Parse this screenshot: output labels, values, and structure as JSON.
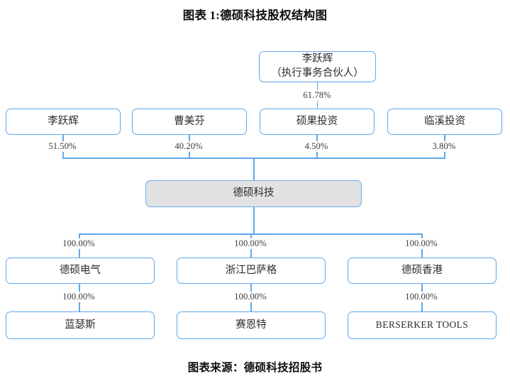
{
  "chart": {
    "title": "图表 1:德硕科技股权结构图",
    "source": "图表来源：德硕科技招股书",
    "accent_color": "#5fa7ec",
    "shaded_fill": "#e2e2e2",
    "text_color": "#2b2b2b"
  },
  "nodes": {
    "partner": {
      "label": "李跃辉\n（执行事务合伙人）"
    },
    "shareholder_1": {
      "label": "李跃辉"
    },
    "shareholder_2": {
      "label": "曹美芬"
    },
    "shareholder_3": {
      "label": "硕果投资"
    },
    "shareholder_4": {
      "label": "临溪投资"
    },
    "company": {
      "label": "德硕科技"
    },
    "sub_1": {
      "label": "德硕电气"
    },
    "sub_2": {
      "label": "浙江巴萨格"
    },
    "sub_3": {
      "label": "德硕香港"
    },
    "subsub_1": {
      "label": "蓝瑟斯"
    },
    "subsub_2": {
      "label": "赛恩特"
    },
    "subsub_3": {
      "label": "BERSERKER TOOLS"
    }
  },
  "percentages": {
    "partner_to_shuoguo": "61.78%",
    "shareholder_1": "51.50%",
    "shareholder_2": "40.20%",
    "shareholder_3": "4.50%",
    "shareholder_4": "3.80%",
    "sub_1": "100.00%",
    "sub_2": "100.00%",
    "sub_3": "100.00%",
    "subsub_1": "100.00%",
    "subsub_2": "100.00%",
    "subsub_3": "100.00%"
  },
  "chart_data": {
    "type": "diagram",
    "title": "图表 1:德硕科技股权结构图",
    "subtitle": "",
    "source": "图表来源：德硕科技招股书",
    "diagram_kind": "ownership-structure-tree",
    "entities": [
      {
        "id": "partner",
        "label": "李跃辉（执行事务合伙人）",
        "level": 0,
        "fill": "white"
      },
      {
        "id": "shareholder_1",
        "label": "李跃辉",
        "level": 1,
        "fill": "white"
      },
      {
        "id": "shareholder_2",
        "label": "曹美芬",
        "level": 1,
        "fill": "white"
      },
      {
        "id": "shareholder_3",
        "label": "硕果投资",
        "level": 1,
        "fill": "white"
      },
      {
        "id": "shareholder_4",
        "label": "临溪投资",
        "level": 1,
        "fill": "white"
      },
      {
        "id": "company",
        "label": "德硕科技",
        "level": 2,
        "fill": "#e2e2e2"
      },
      {
        "id": "sub_1",
        "label": "德硕电气",
        "level": 3,
        "fill": "white"
      },
      {
        "id": "sub_2",
        "label": "浙江巴萨格",
        "level": 3,
        "fill": "white"
      },
      {
        "id": "sub_3",
        "label": "德硕香港",
        "level": 3,
        "fill": "white"
      },
      {
        "id": "subsub_1",
        "label": "蓝瑟斯",
        "level": 4,
        "fill": "white"
      },
      {
        "id": "subsub_2",
        "label": "赛恩特",
        "level": 4,
        "fill": "white"
      },
      {
        "id": "subsub_3",
        "label": "BERSERKER TOOLS",
        "level": 4,
        "fill": "white"
      }
    ],
    "edges": [
      {
        "from": "partner",
        "to": "shareholder_3",
        "value": 61.78,
        "label": "61.78%"
      },
      {
        "from": "shareholder_1",
        "to": "company",
        "value": 51.5,
        "label": "51.50%"
      },
      {
        "from": "shareholder_2",
        "to": "company",
        "value": 40.2,
        "label": "40.20%"
      },
      {
        "from": "shareholder_3",
        "to": "company",
        "value": 4.5,
        "label": "4.50%"
      },
      {
        "from": "shareholder_4",
        "to": "company",
        "value": 3.8,
        "label": "3.80%"
      },
      {
        "from": "company",
        "to": "sub_1",
        "value": 100.0,
        "label": "100.00%"
      },
      {
        "from": "company",
        "to": "sub_2",
        "value": 100.0,
        "label": "100.00%"
      },
      {
        "from": "company",
        "to": "sub_3",
        "value": 100.0,
        "label": "100.00%"
      },
      {
        "from": "sub_1",
        "to": "subsub_1",
        "value": 100.0,
        "label": "100.00%"
      },
      {
        "from": "sub_2",
        "to": "subsub_2",
        "value": 100.0,
        "label": "100.00%"
      },
      {
        "from": "sub_3",
        "to": "subsub_3",
        "value": 100.0,
        "label": "100.00%"
      }
    ]
  }
}
